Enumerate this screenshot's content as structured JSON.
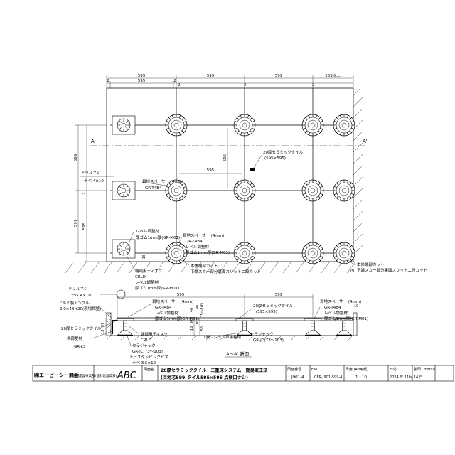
{
  "plan": {
    "dims_top_row1": [
      "599",
      "599",
      "599",
      "263以上"
    ],
    "dims_top_row2": [
      "2",
      "595",
      "2",
      "2"
    ],
    "gap_labels": [
      "2",
      "2"
    ],
    "dims_left": [
      "599",
      "2",
      "597",
      "595",
      "16"
    ],
    "section_marks": [
      "A",
      "A'"
    ],
    "inner_dim_h": "595",
    "inner_dim_v": "595",
    "tile_label_lines": [
      "20厚セラミックタイル",
      "(595×595)"
    ],
    "plan_callouts": {
      "drill_screw": [
        "ドリルネジ",
        "ナベ 4×10"
      ],
      "spacer_a": [
        "目地スペーサー (4mm)",
        "GR-T4B4"
      ],
      "spacer_b": [
        "目地スペーサー (4mm)",
        "GR-T4B4",
        "レベル調整材",
        "厚ゴム1mm厚(GR-M01)"
      ],
      "level_a": [
        "レベル調整材",
        "厚ゴム1mm厚(GR-M01)"
      ],
      "cut_body": "本体端部カット",
      "cut_skirt": "下端スカー部分裏面スリット二段カット",
      "cut_body_r": "本体端部カット",
      "cut_skirt_r": "下端スカー部分裏面スリット二段カット",
      "disc": [
        "端部用ディスク",
        "CRLD"
      ],
      "level_b": [
        "レベル調整材",
        "厚ゴム1mm厚(GR-M01)"
      ]
    }
  },
  "section": {
    "title": "A～A' 断面",
    "dims_top": [
      "599",
      "599"
    ],
    "dim_left": "10",
    "heights": [
      "57",
      "13",
      "97",
      "16",
      "40",
      "76",
      "98",
      "55"
    ],
    "level_range": "75～105",
    "callouts_left": [
      [
        "ドリルネジ",
        "ナベ 4×10"
      ],
      [
        "アルミ製アングル",
        "2.0×40×20(現場調整)"
      ],
      [
        "20厚セラミックタイル"
      ],
      [
        "側部受材",
        "GR-L3"
      ]
    ],
    "callouts_center": [
      [
        "端部用ディスク",
        "CRLD"
      ],
      [
        "セラジャック",
        "GR-JC(73～103)"
      ],
      [
        "トラスタッピングビス",
        "ナベ 3.5×12"
      ],
      [
        "1液ウレタン系接着剤"
      ],
      [
        "セラジャック",
        "GR-JC(73～103)"
      ]
    ],
    "callouts_top": [
      [
        "目地スペーサー (4mm)",
        "GR-T4B4",
        "レベル調整材",
        "厚ゴム1mm厚(GR-M01)"
      ],
      [
        "20厚セラミックタイル",
        "(595×595)"
      ],
      [
        "目地スペーサー (4mm)",
        "GR-T4B4",
        "レベル調整材",
        "厚ゴム1mm厚(GR-M01)"
      ]
    ]
  },
  "titleblock": {
    "company": "㈱エービーシー商会",
    "company_sub": "建材建設事業部",
    "dept": "(建材建設資料)",
    "logo": "ABC",
    "drawing_name_label": "図面名",
    "drawing_name_line1": "20厚セラミックタイル　二重床システム　簡易束工法",
    "drawing_name_line2": "(目地芯599_タイル595×595 点検口ナシ)",
    "drawing_no_label": "図面番号",
    "drawing_no": "J901-4",
    "file_label": "File:",
    "file": "CER-J901-599-4",
    "scale_label": "尺度 (A3用紙)",
    "scale": "1 : 10",
    "date_label": "日付",
    "date": "2024 年 11月 14 日",
    "drafter_label": "製図",
    "drafter": "matsu"
  }
}
